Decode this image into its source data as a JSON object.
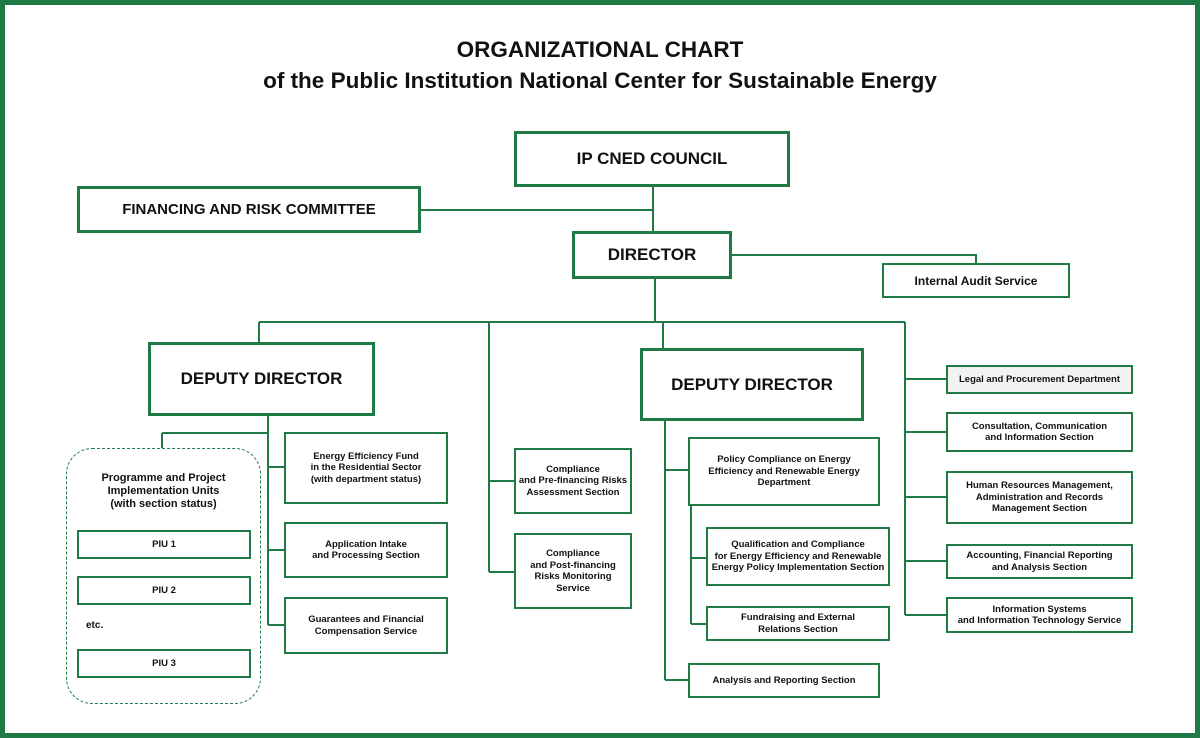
{
  "title": {
    "line1": "ORGANIZATIONAL CHART",
    "line2": "of the Public Institution National Center for Sustainable Energy"
  },
  "colors": {
    "accent": "#1f7a45",
    "text": "#111111",
    "highlight_fill": "#f2f2f2"
  },
  "nodes": {
    "council": "IP CNED COUNCIL",
    "financing_committee": "FINANCING AND RISK COMMITTEE",
    "director": "DIRECTOR",
    "internal_audit": "Internal Audit Service",
    "deputy_director_left": "DEPUTY DIRECTOR",
    "deputy_director_right": "DEPUTY DIRECTOR",
    "piu_group_title": "Programme and Project\nImplementation Units\n(with section status)",
    "piu1": "PIU 1",
    "piu2": "PIU 2",
    "piu_etc": "etc.",
    "piu3": "PIU 3",
    "ee_fund": "Energy Efficiency Fund\nin the Residential Sector\n(with department status)",
    "application_intake": "Application Intake\nand Processing Section",
    "guarantees": "Guarantees and Financial\nCompensation Service",
    "compliance_pre": "Compliance\nand Pre-financing Risks\nAssessment Section",
    "compliance_post": "Compliance\nand Post-financing\nRisks Monitoring\nService",
    "policy_compliance": "Policy Compliance on Energy\nEfficiency and Renewable Energy\nDepartment",
    "qualification": "Qualification and Compliance\nfor Energy Efficiency and Renewable\nEnergy Policy Implementation Section",
    "fundraising": "Fundraising and External\nRelations Section",
    "analysis_reporting": "Analysis and Reporting Section",
    "legal_procurement": "Legal and Procurement Department",
    "consultation": "Consultation, Communication\nand Information Section",
    "hr": "Human Resources Management,\nAdministration and Records\nManagement Section",
    "accounting": "Accounting, Financial Reporting\nand Analysis Section",
    "it": "Information Systems\nand Information Technology Service"
  }
}
